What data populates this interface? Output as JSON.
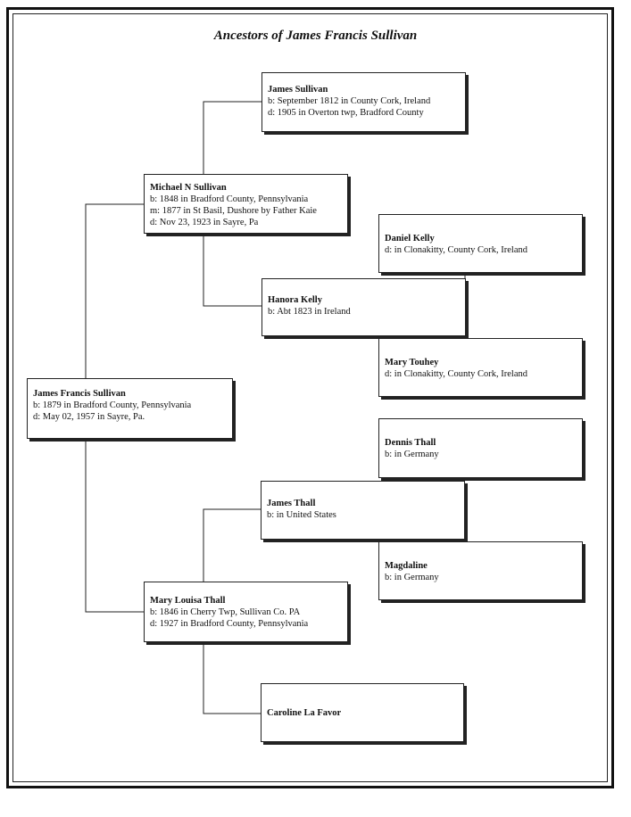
{
  "title": "Ancestors of James Francis Sullivan",
  "people": {
    "james_francis_sullivan": {
      "name": "James Francis Sullivan",
      "lines": [
        "b: 1879 in Bradford County,  Pennsylvania",
        "d: May 02, 1957 in Sayre, Pa."
      ]
    },
    "michael_n_sullivan": {
      "name": "Michael N Sullivan",
      "lines": [
        "b: 1848 in Bradford County,  Pennsylvania",
        "m: 1877 in St Basil, Dushore  by Father Kaie",
        "d: Nov 23, 1923 in Sayre, Pa"
      ]
    },
    "james_sullivan": {
      "name": "James Sullivan",
      "lines": [
        "b: September 1812 in County Cork,  Ireland",
        "d: 1905 in Overton twp,  Bradford County"
      ]
    },
    "hanora_kelly": {
      "name": "Hanora Kelly",
      "lines": [
        "b: Abt 1823 in Ireland"
      ]
    },
    "daniel_kelly": {
      "name": "Daniel Kelly",
      "lines": [
        "d: in Clonakitty, County Cork, Ireland"
      ]
    },
    "mary_touhey": {
      "name": "Mary Touhey",
      "lines": [
        "d: in Clonakitty, County Cork, Ireland"
      ]
    },
    "mary_louisa_thall": {
      "name": "Mary Louisa Thall",
      "lines": [
        "b: 1846 in Cherry Twp, Sullivan Co.  PA",
        "d: 1927 in Bradford County,  Pennsylvania"
      ]
    },
    "james_thall": {
      "name": "James Thall",
      "lines": [
        "b: in United States"
      ]
    },
    "dennis_thall": {
      "name": "Dennis Thall",
      "lines": [
        "b: in Germany"
      ]
    },
    "magdaline": {
      "name": "Magdaline",
      "lines": [
        "b: in Germany"
      ]
    },
    "caroline_la_favor": {
      "name": "Caroline La Favor",
      "lines": []
    }
  }
}
